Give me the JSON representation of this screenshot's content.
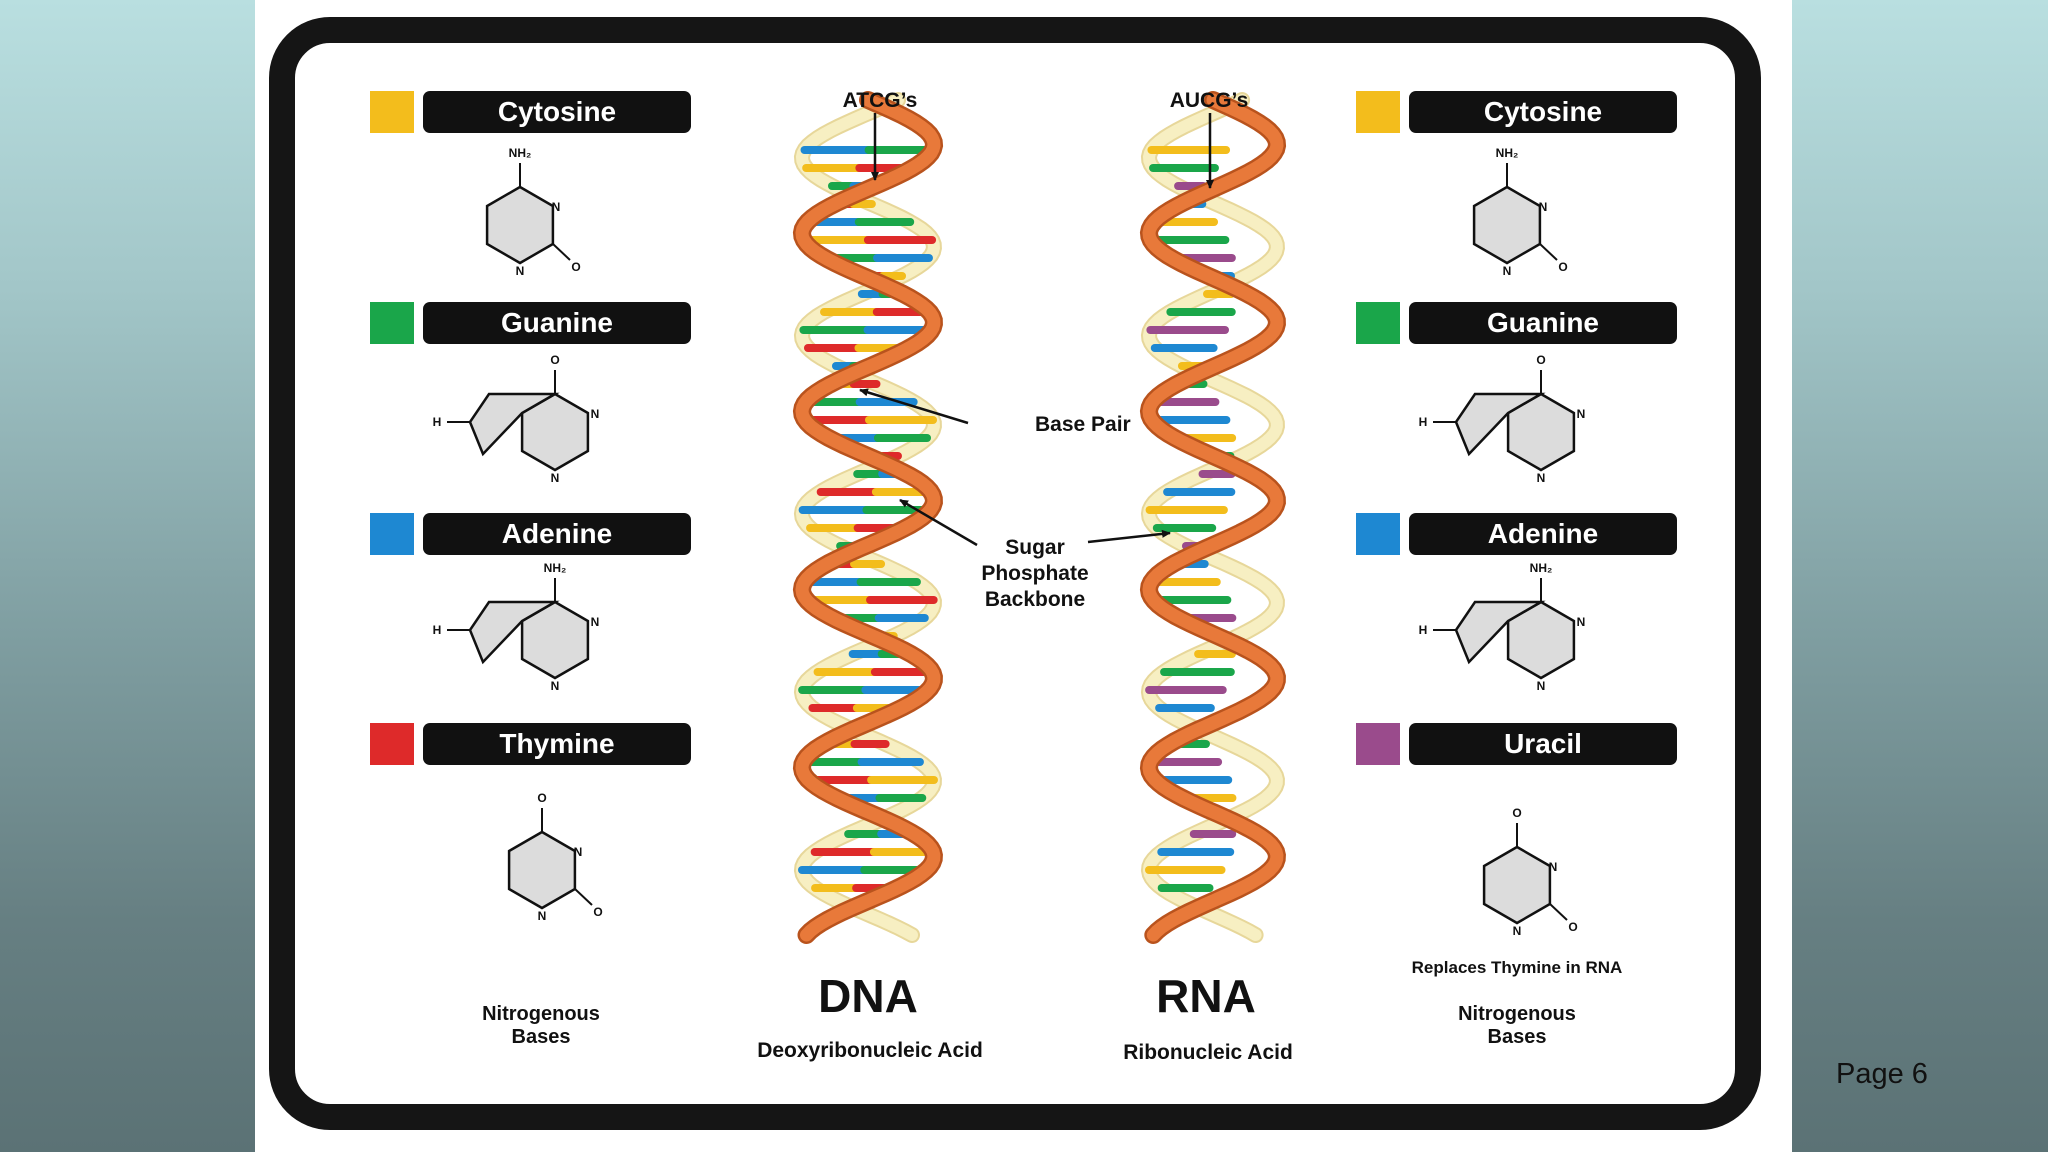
{
  "page": {
    "number_label": "Page 6"
  },
  "left_bases": {
    "items": [
      {
        "name": "Cytosine",
        "color": "#f3bd1c"
      },
      {
        "name": "Guanine",
        "color": "#1aa64a"
      },
      {
        "name": "Adenine",
        "color": "#1e88d2"
      },
      {
        "name": "Thymine",
        "color": "#de2a2a"
      }
    ],
    "caption_line1": "Nitrogenous",
    "caption_line2": "Bases"
  },
  "right_bases": {
    "items": [
      {
        "name": "Cytosine",
        "color": "#f3bd1c"
      },
      {
        "name": "Guanine",
        "color": "#1aa64a"
      },
      {
        "name": "Adenine",
        "color": "#1e88d2"
      },
      {
        "name": "Uracil",
        "color": "#9a4b8c"
      }
    ],
    "note": "Replaces Thymine in RNA",
    "caption_line1": "Nitrogenous",
    "caption_line2": "Bases"
  },
  "dna": {
    "top_label": "ATCG’s",
    "title": "DNA",
    "subtitle": "Deoxyribonucleic Acid"
  },
  "rna": {
    "top_label": "AUCG’s",
    "title": "RNA",
    "subtitle": "Ribonucleic Acid"
  },
  "annotations": {
    "base_pair": "Base Pair",
    "sugar_line1": "Sugar",
    "sugar_line2": "Phosphate",
    "sugar_line3": "Backbone"
  },
  "colors": {
    "backbone": "#e8793a",
    "backbone_inner": "#f7efc2",
    "frame": "#111111"
  }
}
